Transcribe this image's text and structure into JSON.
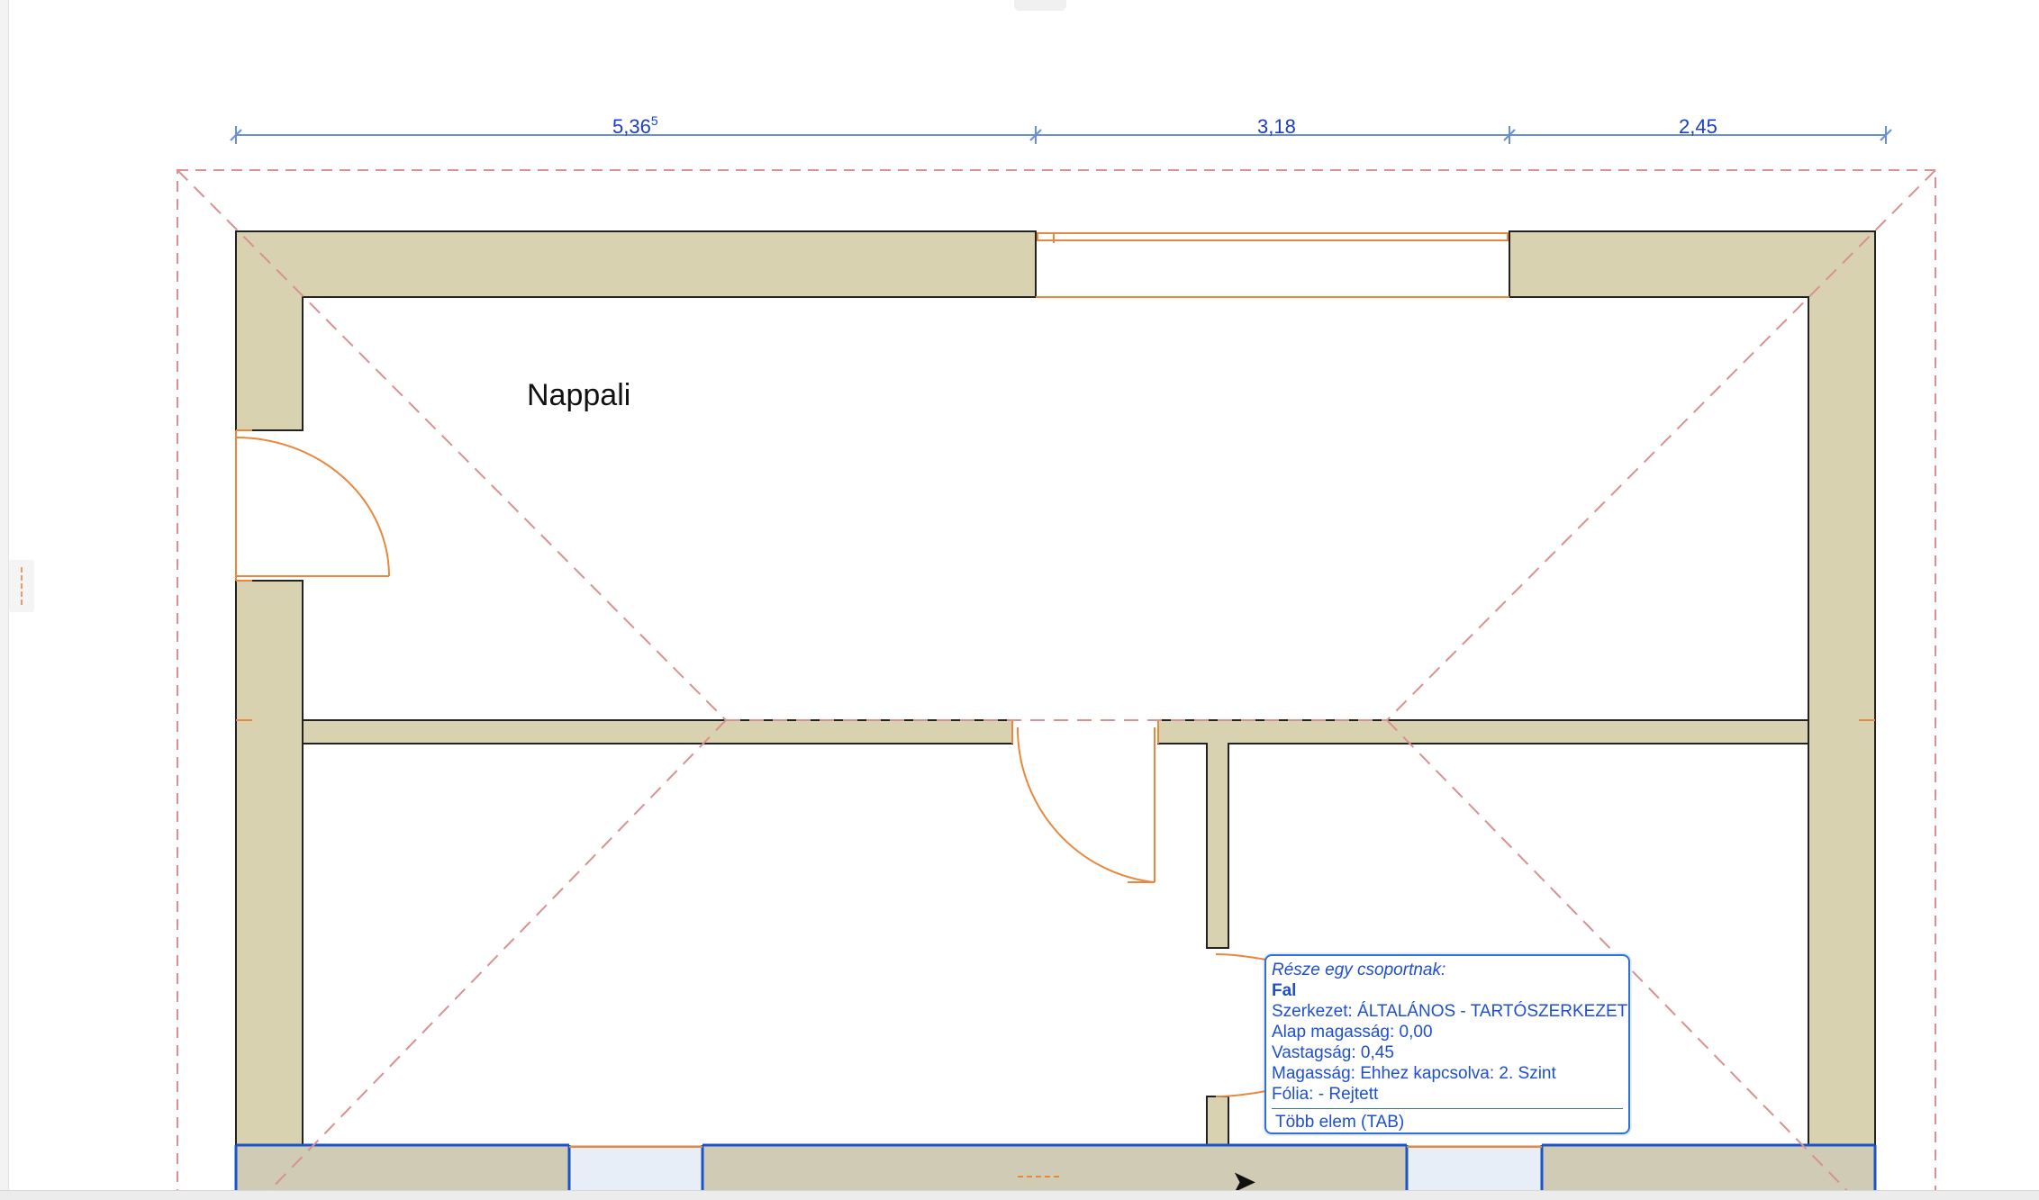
{
  "dimensions": {
    "seg1": {
      "main": "5,36",
      "sup": "5"
    },
    "seg2": "3,18",
    "seg3": "2,45"
  },
  "room": {
    "name": "Nappali"
  },
  "tooltip": {
    "header": "Része egy csoportnak:",
    "type": "Fal",
    "structure": "Szerkezet: ÁLTALÁNOS - TARTÓSZERKEZET",
    "base_height": "Alap magasság: 0,00",
    "thickness": "Vastagság: 0,45",
    "height": "Magasság: Ehhez kapcsolva: 2. Szint",
    "foil": "Fólia: - Rejtett",
    "more": "Több elem (TAB)"
  },
  "colors": {
    "wall_fill": "#d8d2b0",
    "dimension": "#1a3fc4",
    "opening": "#e8883e",
    "guide": "#d99090",
    "selected_wall": "#1b54c8"
  },
  "icons": [
    "mouse-pointer-icon"
  ]
}
